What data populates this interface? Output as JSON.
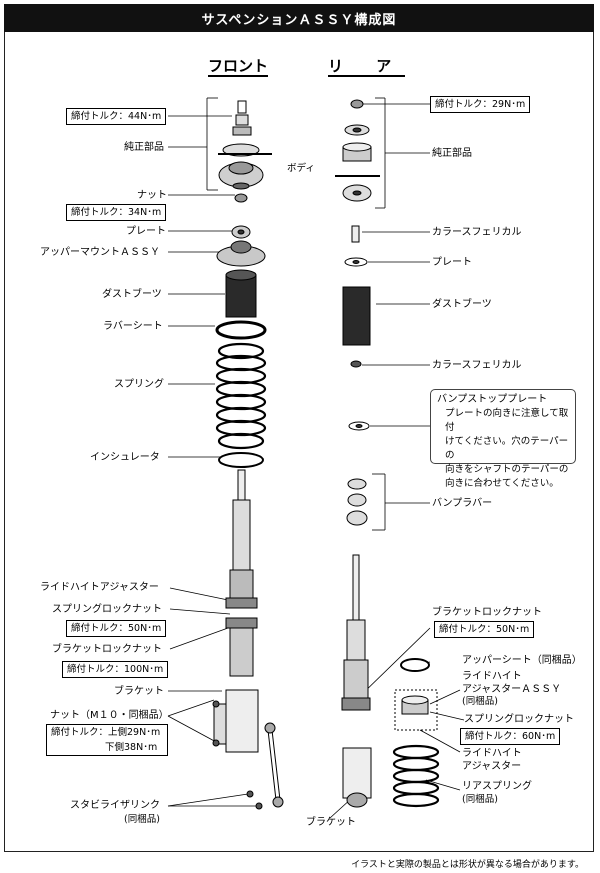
{
  "title": "サスペンションＡＳＳＹ構成図",
  "headers": {
    "front": "フロント",
    "rear": "リ ア"
  },
  "front": {
    "torque_top": "締付トルク：44N･m",
    "genuine": "純正部品",
    "body": "ボディ",
    "nut": "ナット",
    "torque_nut": "締付トルク：34N･m",
    "plate": "プレート",
    "upper_mount": "アッパーマウントＡＳＳＹ",
    "dust_boot": "ダストブーツ",
    "rubber_seat": "ラバーシート",
    "spring": "スプリング",
    "insulator": "インシュレータ",
    "ride_height_adjuster": "ライドハイトアジャスター",
    "spring_lock_nut": "スプリングロックナット",
    "torque_spring_lock": "締付トルク：50N･m",
    "bracket_lock_nut": "ブラケットロックナット",
    "torque_bracket_lock": "締付トルク：100N･m",
    "bracket": "ブラケット",
    "nut_m10": "ナット（M１０・同梱品）",
    "torque_m10_a": "締付トルク：上側29N･m",
    "torque_m10_b": "下側38N･m",
    "stabilizer_link": "スタビライザリンク",
    "stabilizer_sub": "(同梱品)"
  },
  "rear": {
    "torque_top": "締付トルク：29N･m",
    "genuine": "純正部品",
    "collar1": "カラースフェリカル",
    "plate": "プレート",
    "dust_boot": "ダストブーツ",
    "collar2": "カラースフェリカル",
    "bump_stop_title": "バンプストッププレート",
    "bump_stop_note": [
      "プレートの向きに注意して取付",
      "けてください。穴のテーパーの",
      "向きをシャフトのテーパーの",
      "向きに合わせてください。"
    ],
    "bump_rubber": "バンプラバー",
    "bracket_lock_nut": "ブラケットロックナット",
    "torque_bracket_lock": "締付トルク：50N･m",
    "upper_sheet": "アッパーシート（同梱品）",
    "rha_assy_1": "ライドハイト",
    "rha_assy_2": "アジャスターＡＳＳＹ",
    "rha_assy_3": "(同梱品)",
    "spring_lock_nut": "スプリングロックナット",
    "torque_spring_lock": "締付トルク：60N･m",
    "rha_1": "ライドハイト",
    "rha_2": "アジャスター",
    "rear_spring": "リアスプリング",
    "rear_spring_sub": "(同梱品)",
    "bracket": "ブラケット"
  },
  "footer": "イラストと実際の製品とは形状が異なる場合があります。"
}
